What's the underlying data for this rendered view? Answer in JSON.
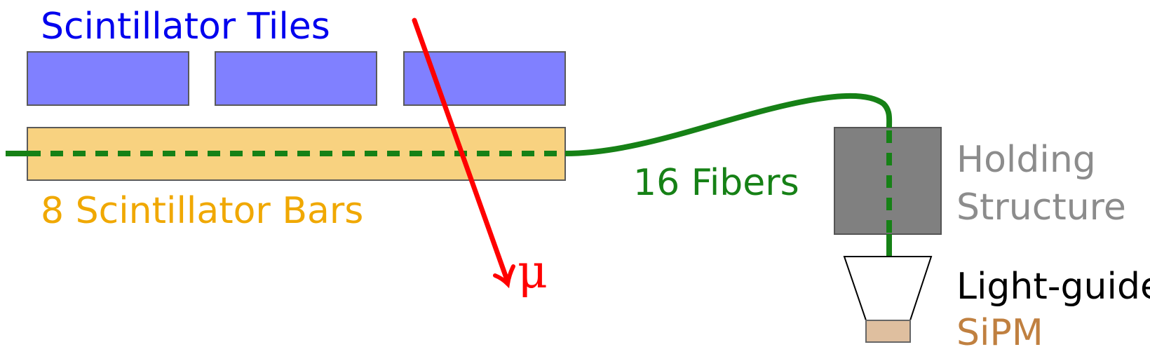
{
  "labels": {
    "tiles": "Scintillator Tiles",
    "bars": "8 Scintillator Bars",
    "fibers": "16 Fibers",
    "holding_line1": "Holding",
    "holding_line2": "Structure",
    "lightguide": "Light-guide",
    "sipm": "SiPM",
    "muon": "μ"
  },
  "colors": {
    "tiles_fill": "#8080ff",
    "tiles_text": "#0000ee",
    "bars_fill": "#f8d280",
    "bars_text": "#f0a800",
    "fiber": "#168116",
    "muon": "#ff0000",
    "holding_fill": "#808080",
    "holding_text": "#8c8c8c",
    "sipm_fill": "#dfbf9f",
    "sipm_text": "#c08040"
  }
}
